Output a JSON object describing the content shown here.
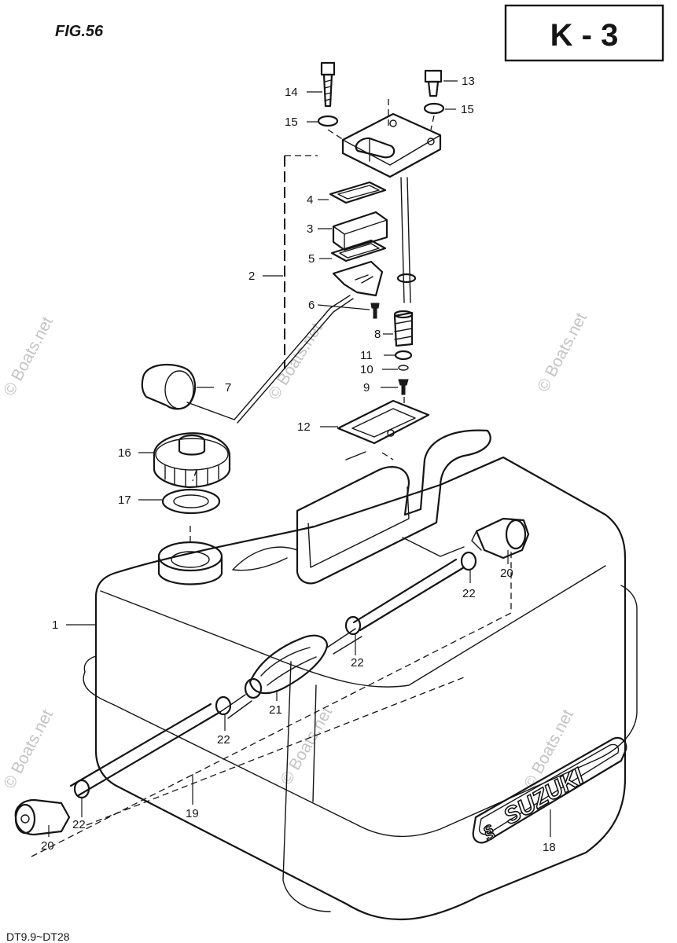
{
  "figure_title": "FIG.56",
  "page_code": "K - 3",
  "model_range": "DT9.9~DT28",
  "brand_text": "SUZUKI",
  "watermark_text": "© Boats.net",
  "callouts": [
    {
      "id": "c1",
      "number": "1",
      "part": "fuel-tank-body"
    },
    {
      "id": "c2",
      "number": "2",
      "part": "fuel-gauge-assembly"
    },
    {
      "id": "c3",
      "number": "3",
      "part": "gauge-case"
    },
    {
      "id": "c4",
      "number": "4",
      "part": "gauge-gasket-upper"
    },
    {
      "id": "c5",
      "number": "5",
      "part": "gauge-gasket-lower"
    },
    {
      "id": "c6",
      "number": "6",
      "part": "gauge-screw"
    },
    {
      "id": "c7",
      "number": "7",
      "part": "float"
    },
    {
      "id": "c8",
      "number": "8",
      "part": "fuel-outlet-filter"
    },
    {
      "id": "c9",
      "number": "9",
      "part": "screw"
    },
    {
      "id": "c10",
      "number": "10",
      "part": "washer"
    },
    {
      "id": "c11",
      "number": "11",
      "part": "o-ring"
    },
    {
      "id": "c12",
      "number": "12",
      "part": "gauge-base-gasket"
    },
    {
      "id": "c13",
      "number": "13",
      "part": "bolt-short"
    },
    {
      "id": "c14",
      "number": "14",
      "part": "bolt-long"
    },
    {
      "id": "c15a",
      "number": "15",
      "part": "washer-left"
    },
    {
      "id": "c15b",
      "number": "15",
      "part": "washer-right"
    },
    {
      "id": "c16",
      "number": "16",
      "part": "tank-cap"
    },
    {
      "id": "c17",
      "number": "17",
      "part": "cap-gasket"
    },
    {
      "id": "c18",
      "number": "18",
      "part": "emblem"
    },
    {
      "id": "c19",
      "number": "19",
      "part": "fuel-hose"
    },
    {
      "id": "c20a",
      "number": "20",
      "part": "connector-engine-side"
    },
    {
      "id": "c20b",
      "number": "20",
      "part": "connector-tank-side"
    },
    {
      "id": "c21",
      "number": "21",
      "part": "primer-bulb"
    },
    {
      "id": "c22a",
      "number": "22",
      "part": "clip-1"
    },
    {
      "id": "c22b",
      "number": "22",
      "part": "clip-2"
    },
    {
      "id": "c22c",
      "number": "22",
      "part": "clip-3"
    },
    {
      "id": "c22d",
      "number": "22",
      "part": "clip-4"
    }
  ]
}
